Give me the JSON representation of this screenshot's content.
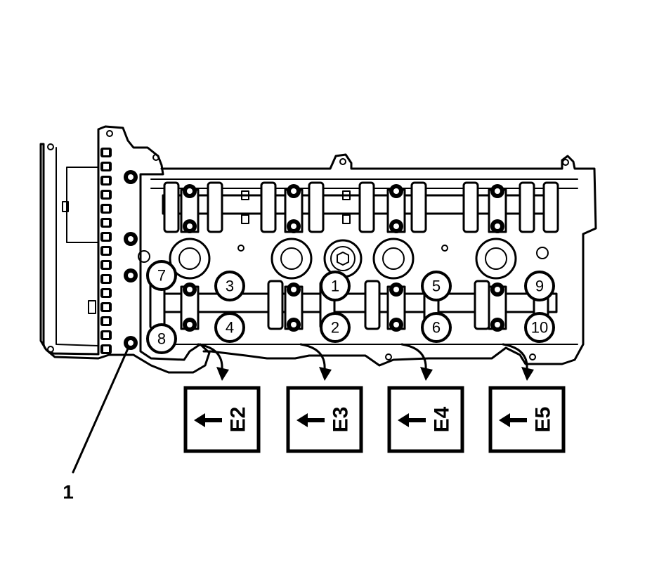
{
  "sequence_labels": [
    "1",
    "2",
    "3",
    "4",
    "5",
    "6",
    "7",
    "8",
    "9",
    "10"
  ],
  "cap_labels": [
    "E2",
    "E3",
    "E4",
    "E5"
  ],
  "callout_label": "1"
}
